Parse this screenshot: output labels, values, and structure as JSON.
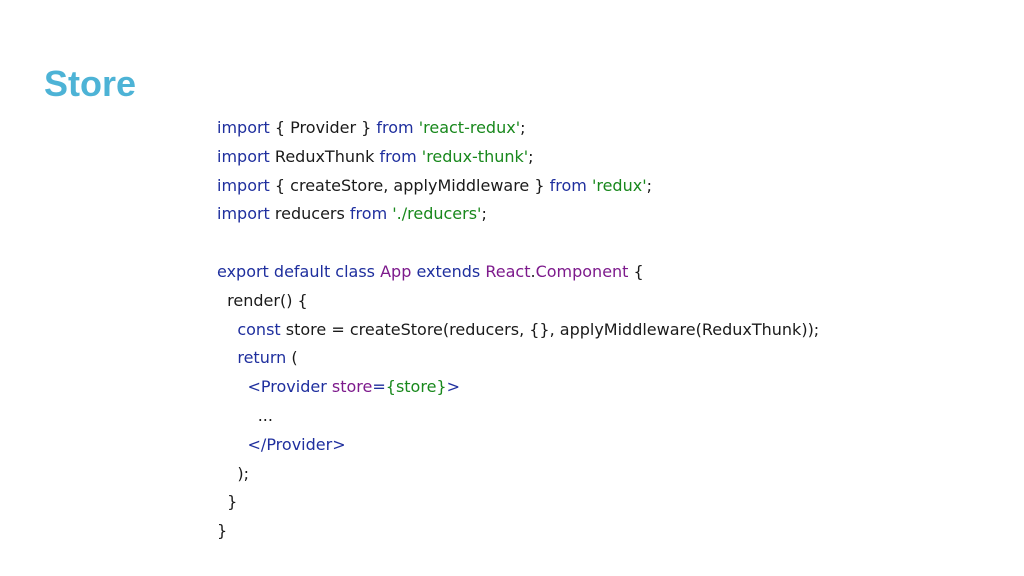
{
  "slide": {
    "title": "Store"
  },
  "colors": {
    "title": "#4db3d6",
    "keyword": "#1f2f9e",
    "string": "#18881c",
    "class_name": "#7d1a8c",
    "plain": "#1a1a1a"
  },
  "code": {
    "lines": [
      [
        {
          "t": "import",
          "c": "kw"
        },
        {
          "t": " { Provider } ",
          "c": "plain"
        },
        {
          "t": "from",
          "c": "kw"
        },
        {
          "t": " ",
          "c": "plain"
        },
        {
          "t": "'react-redux'",
          "c": "str"
        },
        {
          "t": ";",
          "c": "plain"
        }
      ],
      [
        {
          "t": "import",
          "c": "kw"
        },
        {
          "t": " ReduxThunk ",
          "c": "plain"
        },
        {
          "t": "from",
          "c": "kw"
        },
        {
          "t": " ",
          "c": "plain"
        },
        {
          "t": "'redux-thunk'",
          "c": "str"
        },
        {
          "t": ";",
          "c": "plain"
        }
      ],
      [
        {
          "t": "import",
          "c": "kw"
        },
        {
          "t": " { createStore, applyMiddleware } ",
          "c": "plain"
        },
        {
          "t": "from",
          "c": "kw"
        },
        {
          "t": " ",
          "c": "plain"
        },
        {
          "t": "'redux'",
          "c": "str"
        },
        {
          "t": ";",
          "c": "plain"
        }
      ],
      [
        {
          "t": "import",
          "c": "kw"
        },
        {
          "t": " reducers ",
          "c": "plain"
        },
        {
          "t": "from",
          "c": "kw"
        },
        {
          "t": " ",
          "c": "plain"
        },
        {
          "t": "'./reducers'",
          "c": "str"
        },
        {
          "t": ";",
          "c": "plain"
        }
      ],
      [],
      [
        {
          "t": "export default class",
          "c": "kw"
        },
        {
          "t": " ",
          "c": "plain"
        },
        {
          "t": "App",
          "c": "cls"
        },
        {
          "t": " ",
          "c": "plain"
        },
        {
          "t": "extends",
          "c": "kw"
        },
        {
          "t": " ",
          "c": "plain"
        },
        {
          "t": "React",
          "c": "cls"
        },
        {
          "t": ".",
          "c": "plain"
        },
        {
          "t": "Component",
          "c": "cls"
        },
        {
          "t": " {",
          "c": "plain"
        }
      ],
      [
        {
          "t": "  render() {",
          "c": "plain"
        }
      ],
      [
        {
          "t": "    ",
          "c": "plain"
        },
        {
          "t": "const",
          "c": "kw"
        },
        {
          "t": " store = createStore(reducers, {}, applyMiddleware(ReduxThunk));",
          "c": "plain"
        }
      ],
      [
        {
          "t": "    ",
          "c": "plain"
        },
        {
          "t": "return",
          "c": "kw"
        },
        {
          "t": " (",
          "c": "plain"
        }
      ],
      [
        {
          "t": "      ",
          "c": "plain"
        },
        {
          "t": "<Provider",
          "c": "tag"
        },
        {
          "t": " ",
          "c": "plain"
        },
        {
          "t": "store",
          "c": "attr"
        },
        {
          "t": "=",
          "c": "tag"
        },
        {
          "t": "{store}",
          "c": "str"
        },
        {
          "t": ">",
          "c": "tag"
        }
      ],
      [
        {
          "t": "        ...",
          "c": "plain"
        }
      ],
      [
        {
          "t": "      ",
          "c": "plain"
        },
        {
          "t": "</Provider>",
          "c": "tag"
        }
      ],
      [
        {
          "t": "    );",
          "c": "plain"
        }
      ],
      [
        {
          "t": "  }",
          "c": "plain"
        }
      ],
      [
        {
          "t": "}",
          "c": "plain"
        }
      ]
    ]
  }
}
